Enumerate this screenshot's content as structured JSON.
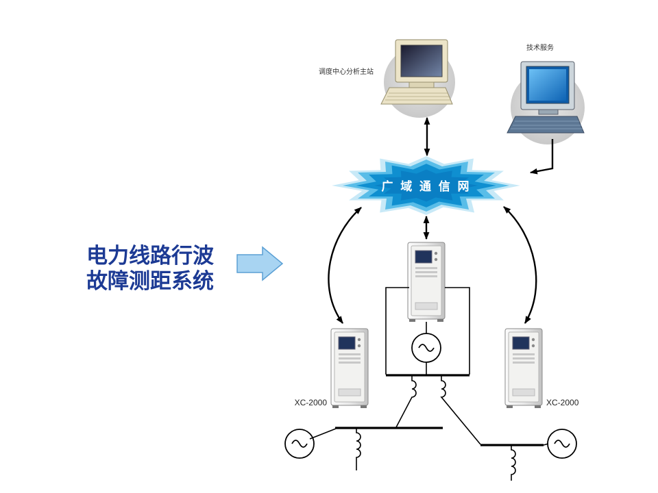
{
  "title": {
    "line1": "电力线路行波",
    "line2": "故障测距系统"
  },
  "nodes": {
    "dispatch_station_label": "调度中心分析主站",
    "tech_service_label": "技术服务",
    "wan_label": "广 域 通 信 网",
    "left_cabinet_label": "XC-2000",
    "right_cabinet_label": "XC-2000"
  },
  "colors": {
    "title_text": "#1c3a94",
    "cloud_light": "#c8e9f7",
    "cloud_mid": "#59bde8",
    "cloud_dark": "#0f8fd0",
    "cloud_core": "#0a7fc4",
    "big_arrow_fill": "#a8d4f2",
    "big_arrow_stroke": "#5a9fd4",
    "schematic_line": "#000000"
  }
}
